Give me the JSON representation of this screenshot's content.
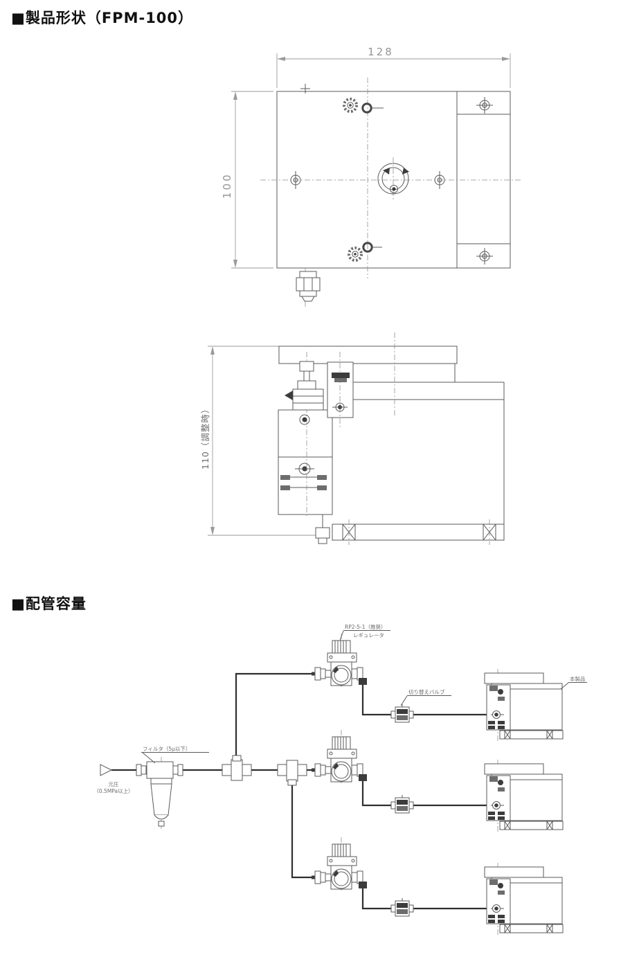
{
  "headers": {
    "product_shape": "■製品形状（FPM-100）",
    "piping_capacity": "■配管容量"
  },
  "top_view": {
    "width_dim": "128",
    "height_dim": "100"
  },
  "side_view": {
    "height_dim": "110（調整時）"
  },
  "piping": {
    "inlet_label_line1": "元圧",
    "inlet_label_line2": "（0.5MPa以上）",
    "filter_label": "フィルタ（5μ以下）",
    "regulator_model_label": "RP2-5-1（推奨）",
    "regulator_label": "レギュレータ",
    "valve_label": "切り替えバルブ",
    "unit_label": "本製品"
  },
  "colors": {
    "line": "#5a5a5a",
    "pipe": "#2e2e2e",
    "dim_text": "#949494",
    "heading": "#111111",
    "background": "#ffffff"
  }
}
